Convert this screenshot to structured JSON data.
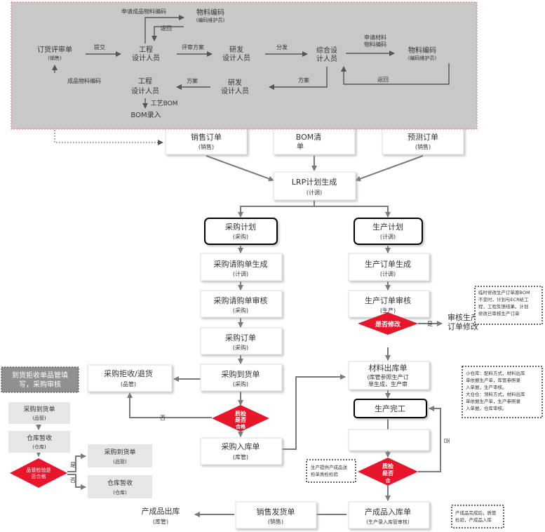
{
  "top_area": {
    "order_review": "订货评审单",
    "order_review_sub": "(销售)",
    "submit": "提交",
    "apply_product_code": "申请成品物料编码",
    "eng1": "工程",
    "eng1b": "设计人员",
    "material_code_a": "物料编码",
    "material_code_a_sub": "(编码维护员)",
    "return_a": "返回",
    "review_plan": "评审方案",
    "rd1": "研发",
    "rd1b": "设计人员",
    "distribute": "分发",
    "integrated": "综合设",
    "integrated_b": "计人员",
    "apply_material": "申请材料",
    "apply_material_b": "物料编码",
    "material_code_b": "物料编码",
    "material_code_b_sub": "(编码维护员)",
    "return_b": "返回",
    "plan_b": "方案",
    "product_material_code": "成品物料编码",
    "eng2": "工程",
    "eng2b": "设计人员",
    "plan_c": "方案",
    "rd2": "研发",
    "rd2b": "设计人员",
    "process_bom": "工艺BOM",
    "bom_entry": "BOM录入"
  },
  "boxes": {
    "sales_order": "销售订单",
    "sales_order_sub": "(销售)",
    "bom_list": "BOM清",
    "bom_list_b": "单",
    "forecast_order": "预测订单",
    "forecast_order_sub": "(销售)",
    "lrp": "LRP计划生成",
    "lrp_sub": "(计调)",
    "purchase_plan": "采购计划",
    "purchase_plan_sub": "(采购)",
    "production_plan": "生产计划",
    "production_plan_sub": "(计调)",
    "pr_gen": "采购请购单生成",
    "pr_gen_sub": "(计调)",
    "pr_review": "采购请购单审核",
    "pr_review_sub": "(采购)",
    "po": "采购订单",
    "po_sub": "(采购)",
    "arrival": "采购到货单",
    "arrival_sub": "(采购)",
    "reject": "采购拒收/退货",
    "reject_sub": "(品管)",
    "warehouse_in": "采购入库单",
    "warehouse_in_sub": "(库管)",
    "mo_gen": "生产订单生成",
    "mo_gen_sub": "(计调)",
    "mo_review": "生产订单审核",
    "mo_review_sub": "(生产)",
    "material_out": "材料出库单",
    "material_out_b": "(库管参照生产订",
    "material_out_c": "单生成，生产审",
    "prod_done": "生产完工",
    "fg_in": "产成品入库单",
    "fg_in_sub": "(生产录入库管审核)",
    "sales_ship": "销售发货单",
    "sales_ship_sub": "(销售)",
    "fg_out": "产成品出库",
    "fg_out_sub": "(库管)",
    "qc_arrival": "采购到货单",
    "qc_arrival_sub": "(品管)",
    "qc_temp": "仓库暂收",
    "qc_temp_sub": "(仓库)",
    "ok_arrival": "采购到货单",
    "ok_arrival_sub": "(品管)",
    "ok_temp": "仓库暂收",
    "ok_temp_sub": "(仓库)"
  },
  "decisions": {
    "qc_pass": "质检",
    "qc_pass_b": "是否",
    "qc_pass_c": "合格",
    "modify": "是否修改",
    "fg_qc": "质检",
    "fg_qc_b": "是否",
    "fg_qc_c": "合",
    "qm_check": "品管检验是",
    "qm_check_b": "否合格"
  },
  "edge_labels": {
    "no1": "否",
    "yes_modify": "是",
    "no_fg": "否",
    "yes_qm": "是",
    "no_qm": "否"
  },
  "side_notes": {
    "review_modify": "审核生产",
    "review_modify_b": "订单修改",
    "reject_note": "到货拒收单品管填",
    "reject_note_b": "写，采购审核",
    "note1": [
      "临时修改生产订单原BOM",
      "不变时，计划与ECR给工",
      "程，工程反馈结果，计划",
      "修改已审核生产订单"
    ],
    "note2": [
      "小仓库：配料方式，材料出库",
      "单依据生产单，库管参照录",
      "入单据，生产审核。",
      "大仓仓：领料方式，材料出库",
      "单依据生产单，生产参照录",
      "入单据，仓库审核。"
    ],
    "note3": [
      "生产提供产成品送",
      "检单质检检验"
    ],
    "note4": [
      "产成品完成后，质管",
      "检验，产成品入库"
    ]
  },
  "colors": {
    "panel": "#c8c8c8",
    "decision": "#e8162a",
    "box_border": "#d6d6d6",
    "arrow": "#7a7a7a",
    "dotted": "#e06b6b"
  }
}
